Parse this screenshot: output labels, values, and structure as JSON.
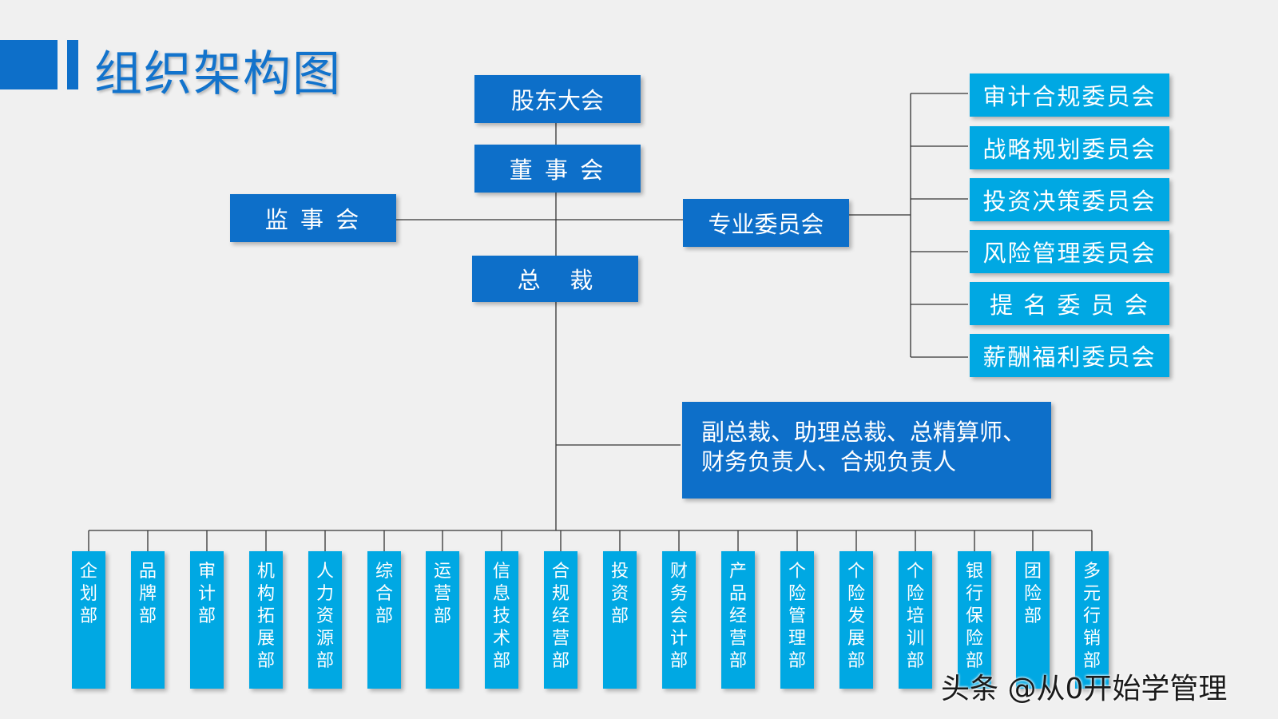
{
  "title": "组织架构图",
  "nodes": {
    "shareholders": "股东大会",
    "board": "董 事 会",
    "supervisors": "监 事 会",
    "committees": "专业委员会",
    "president": "总    裁"
  },
  "committee_items": [
    "审计合规委员会",
    "战略规划委员会",
    "投资决策委员会",
    "风险管理委员会",
    "提 名 委 员 会",
    "薪酬福利委员会"
  ],
  "executives": {
    "line1": "副总裁、助理总裁、总精算师、",
    "line2": "财务负责人、合规负责人"
  },
  "departments": [
    "企划部",
    "品牌部",
    "审计部",
    "机构拓展部",
    "人力资源部",
    "综合部",
    "运营部",
    "信息技术部",
    "合规经营部",
    "投资部",
    "财务会计部",
    "产品经营部",
    "个险管理部",
    "个险发展部",
    "个险培训部",
    "银行保险部",
    "团险部",
    "多元行销部"
  ],
  "watermark": "头条 @从0开始学管理",
  "colors": {
    "primary": "#0d6fc9",
    "secondary": "#00a8e3",
    "background": "#f0f0f0",
    "line": "#333333"
  }
}
